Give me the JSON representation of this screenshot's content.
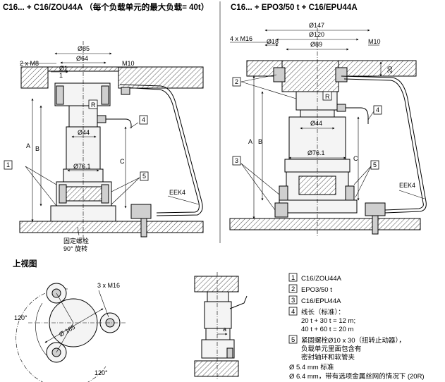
{
  "titles": {
    "left": "C16... + C16/ZOU44A （每个负载单元的最大负载= 40t）",
    "right": "C16... + EPO3/50 t + C16/EPU44A",
    "top_view": "上视图"
  },
  "left_dims": {
    "d85": "Ø85",
    "d64": "Ø64",
    "m8": "2 x M8",
    "d1": "Ø1",
    "m10": "M10",
    "r": "R",
    "d44": "Ø44",
    "d76": "Ø76.1",
    "a": "A",
    "b": "B",
    "c": "C",
    "eek": "EEK4",
    "bolt_note_1": "固定螺栓",
    "bolt_note_2": "90° 旋转"
  },
  "right_dims": {
    "d147": "Ø147",
    "d120": "Ø120",
    "m16": "4 x M16",
    "d18": "Ø18",
    "d89": "Ø89",
    "m10": "M10",
    "h20": "20",
    "r": "R",
    "d44": "Ø44",
    "d76": "Ø76.1",
    "a": "A",
    "b": "B",
    "c": "C",
    "eek": "EEK4"
  },
  "callouts": {
    "c1": "1",
    "c2": "2",
    "c3": "3",
    "c4": "4",
    "c5": "5"
  },
  "top_view_dims": {
    "m16": "3 x M16",
    "d165": "Ø 165",
    "a1": "120°",
    "a2": "120°"
  },
  "small_view": {
    "a": "a"
  },
  "legend": [
    {
      "num": "1",
      "lines": [
        "C16/ZOU44A"
      ]
    },
    {
      "num": "2",
      "lines": [
        "EPO3/50 t"
      ]
    },
    {
      "num": "3",
      "lines": [
        "C16/EPU44A"
      ]
    },
    {
      "num": "4",
      "lines": [
        "线长（标准）：",
        "20 t + 30 t = 12 m;",
        "40 t + 60 t = 20 m"
      ]
    },
    {
      "num": "5",
      "lines": [
        "紧固螺栓Ø10 x 30（扭转止动器），",
        "负载单元里面包含有",
        "密封轴环和软管夹"
      ]
    }
  ],
  "notes": [
    "Ø 5.4 mm 标准",
    "Ø 6.4 mm，带有选项金属丝网的情况下 (20R)"
  ]
}
